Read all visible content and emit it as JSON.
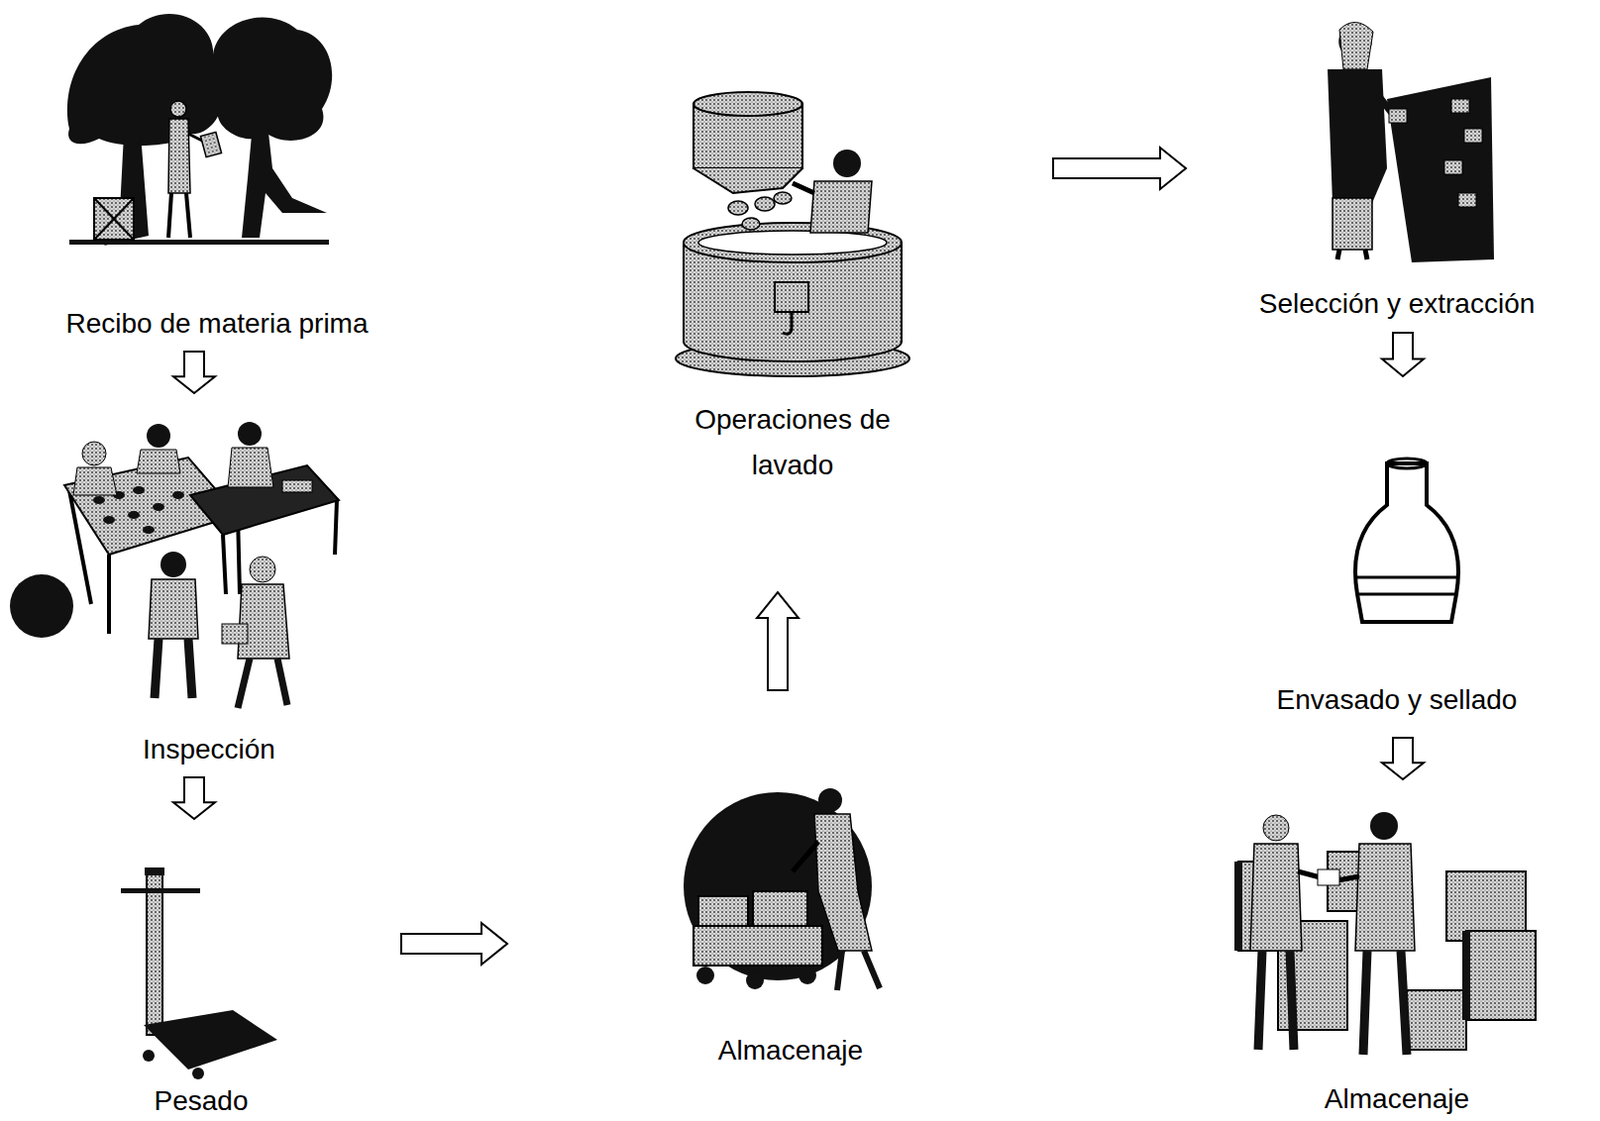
{
  "diagram": {
    "nodes": [
      {
        "text": [
          "Recibo de materia prima"
        ]
      },
      {
        "text": [
          "Inspección"
        ]
      },
      {
        "text": [
          "Pesado"
        ]
      },
      {
        "text": [
          "Almacenaje"
        ]
      },
      {
        "text": [
          "Operaciones de lavado"
        ]
      },
      {
        "text": [
          "Selección y extracción"
        ]
      },
      {
        "text": [
          "Envasado y sellado"
        ]
      },
      {
        "text": [
          "Almacenaje"
        ]
      }
    ],
    "edges": [
      {
        "from": 0,
        "to": 1,
        "arrow": "to"
      },
      {
        "from": 1,
        "to": 2,
        "arrow": "to"
      },
      {
        "from": 2,
        "to": 3,
        "arrow": "to"
      },
      {
        "from": 3,
        "to": 4,
        "arrow": "to"
      },
      {
        "from": 4,
        "to": 5,
        "arrow": "to"
      },
      {
        "from": 5,
        "to": 6,
        "arrow": "to"
      },
      {
        "from": 6,
        "to": 7,
        "arrow": "to"
      }
    ]
  }
}
